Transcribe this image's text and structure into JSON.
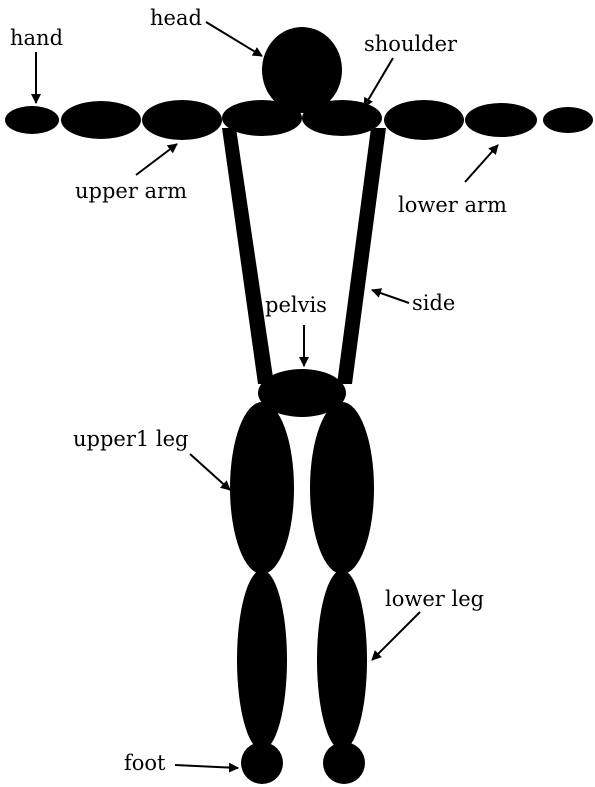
{
  "colors": {
    "body": "#000000",
    "background": "#ffffff"
  },
  "labels": {
    "hand": "hand",
    "head": "head",
    "shoulder": "shoulder",
    "upper_arm": "upper arm",
    "lower_arm": "lower arm",
    "side": "side",
    "pelvis": "pelvis",
    "upper_leg": "upper1 leg",
    "lower_leg": "lower leg",
    "foot": "foot"
  }
}
